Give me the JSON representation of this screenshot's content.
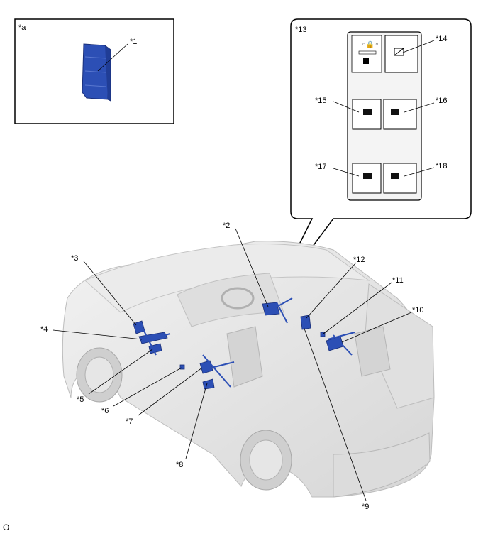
{
  "inset_a": {
    "label": "*a",
    "part_label": "*1"
  },
  "inset_13": {
    "label": "*13",
    "labels": [
      "*14",
      "*15",
      "*16",
      "*17",
      "*18"
    ]
  },
  "callouts": [
    "*2",
    "*3",
    "*4",
    "*5",
    "*6",
    "*7",
    "*8",
    "*9",
    "*10",
    "*11",
    "*12"
  ],
  "footer_code": "O",
  "colors": {
    "part_blue": "#2c4fb5",
    "body_gray": "#e3e3e3",
    "outline": "#000000"
  }
}
